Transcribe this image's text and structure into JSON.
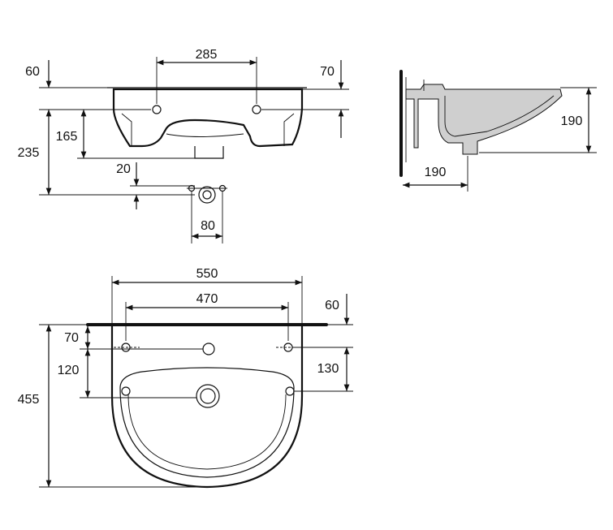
{
  "front_view": {
    "tap_hole_spacing": "285",
    "rim_height_left": "60",
    "rim_height_right": "70",
    "drain_height": "165",
    "overall_height": "235",
    "waste_offset": "20",
    "waste_fixing_spacing": "80"
  },
  "side_view": {
    "depth_horizontal": "190",
    "depth_vertical": "190"
  },
  "plan_view": {
    "overall_width": "550",
    "fixing_hole_spacing": "470",
    "wall_offset": "60",
    "tap_hole_from_wall": "70",
    "overflow_from_tap": "120",
    "fixing_hole_depth": "130",
    "overall_depth": "455"
  },
  "colors": {
    "line": "#111111",
    "section_fill": "#cfcfcf"
  }
}
